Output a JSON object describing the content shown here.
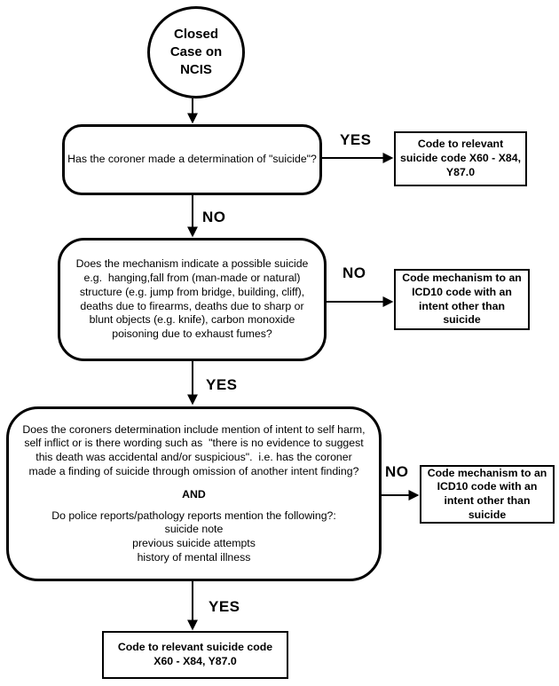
{
  "diagram": {
    "start": "Closed\nCase on\nNCIS",
    "decision1": "Has the coroner made a determination of \"suicide\"?",
    "decision2": "Does the mechanism indicate a possible suicide\ne.g.  hanging,fall from (man-made or natural)\nstructure (e.g. jump from bridge, building, cliff),\ndeaths due to firearms, deaths due to sharp or\nblunt objects (e.g. knife), carbon monoxide\npoisoning due to exhaust fumes?",
    "decision3_part1": "Does the coroners determination include mention of intent to self harm,\nself inflict or is there wording such as  \"there is no evidence to suggest\nthis death was accidental and/or suspicious\".  i.e. has the coroner\nmade a finding of suicide through omission of another intent finding?",
    "decision3_and": "AND",
    "decision3_part2": "Do police reports/pathology reports mention the following?:\nsuicide note\nprevious suicide attempts\nhistory of mental illness",
    "outcome_yes1": "Code to relevant\nsuicide code X60 - X84,\nY87.0",
    "outcome_no2": "Code mechanism to an\nICD10 code with an\nintent other than\nsuicide",
    "outcome_no3": "Code mechanism to an\nICD10 code with an\nintent other than\nsuicide",
    "outcome_final": "Code to relevant suicide code\nX60 - X84, Y87.0",
    "labels": {
      "yes1": "YES",
      "no1": "NO",
      "no2": "NO",
      "yes2": "YES",
      "no3": "NO",
      "yes3": "YES"
    },
    "colors": {
      "stroke": "#000000",
      "background": "#ffffff"
    }
  }
}
